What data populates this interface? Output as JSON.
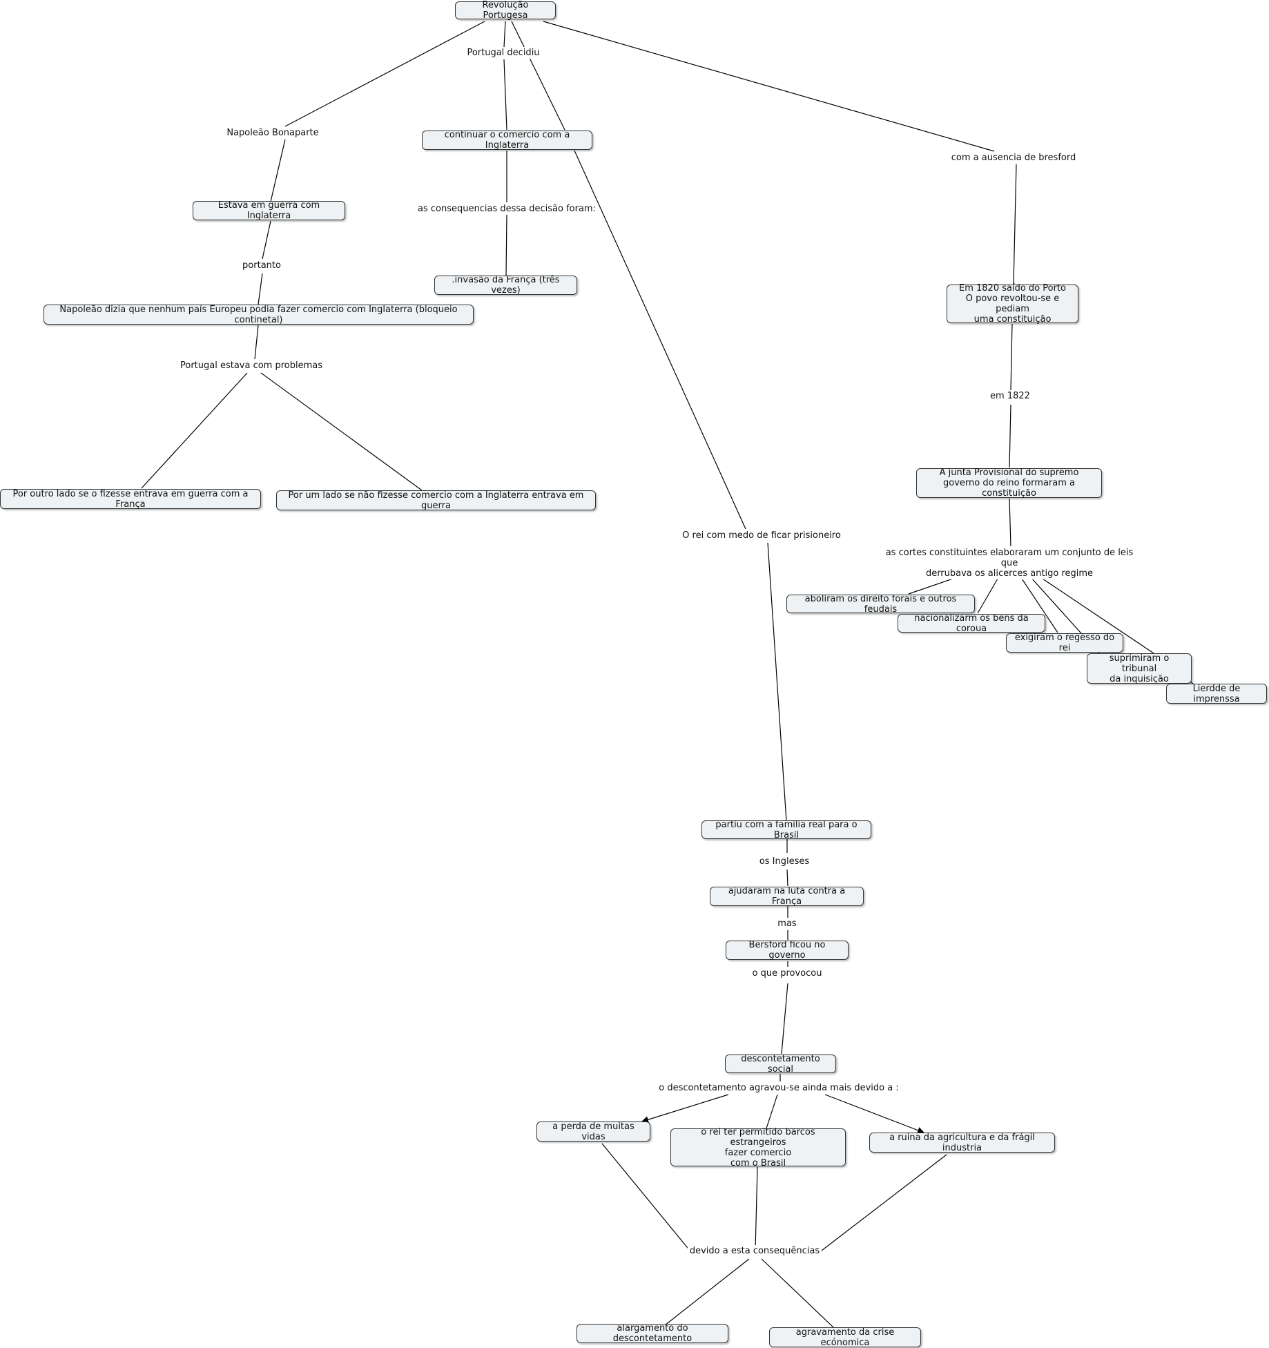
{
  "nodes": {
    "root": "Revolução  Portugesa",
    "continuar": "continuar o comercio com a Inglaterra",
    "estava_guerra": "Estava em guerra com Inglaterra",
    "invasao": ".invasão da França (três vezes)",
    "bloqueio": "Napoleão dizia que nenhum país Europeu podia fazer comercio com Inglaterra (bloqueio continetal)",
    "por_outro": "Por outro lado se o fizesse entrava em guerra com a França",
    "por_um": "Por um lado se não fizesse comercio com a Inglaterra entrava em guerra",
    "em1820": "Em 1820 saído do Porto\nO povo revoltou-se e pediam\numa constituição",
    "junta": "A junta Provisional do supremo\ngoverno do reino formaram a constituição",
    "aboliram": "aboliram os direito forais e outros feudais",
    "nacionalizarm": "nacionalizarm os bens da coroua",
    "exigiram": "exigiram o regesso do rei",
    "suprimiram": "suprimiram o tribunal\nda inquisição",
    "lierdde": "Lierdde de imprenssa",
    "partiu": "partiu com a familia real para o Brasil",
    "ajudaram": "ajudaram na luta contra a França",
    "bersford": "Bersford ficou no governo",
    "descontetamento": "descontetamento social",
    "perda": "a perda de muitas vidas",
    "rei_barcos": "o rei ter permitido barcos estrangeiros\nfazer comercio\ncom o Brasil",
    "ruina": "a ruina da agricultura e da frágil industria",
    "alargamento": "alargamento do descontetamento",
    "agravamento": "agravamento da crise ecónomica"
  },
  "labels": {
    "portugal_decidiu": "Portugal decidiu",
    "napoleao": "Napoleão Bonaparte",
    "consequencias": "as consequencias dessa decisão foram:",
    "portanto": "portanto",
    "problemas": "Portugal estava com problemas",
    "ausencia": "com a ausencia de bresford",
    "em1822": "em 1822",
    "cortes": "as cortes constituintes elaboraram um conjunto de leis que\nderrubava os alicerces antigo regime",
    "rei_medo": "O rei com medo de ficar prisioneiro",
    "ingleses": "os Ingleses",
    "mas": "mas",
    "provocou": "o que provocou",
    "agravou": "o descontetamento agravou-se ainda mais devido a :",
    "devido": "devido a esta consequências"
  }
}
